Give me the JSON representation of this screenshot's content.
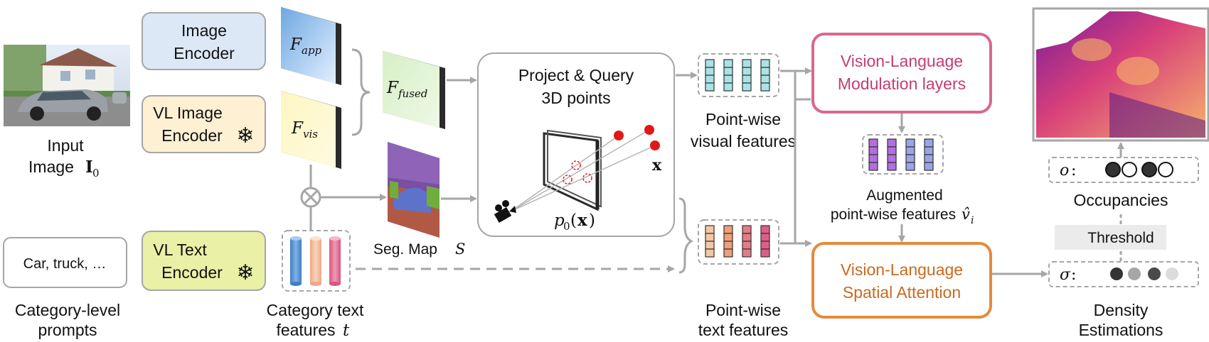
{
  "input": {
    "image_label_1": "Input",
    "image_label_2": "Image",
    "image_symbol": "I",
    "image_symbol_sub": "0",
    "prompts_text": "Car, truck,  …",
    "prompts_label_1": "Category-level",
    "prompts_label_2": "prompts"
  },
  "encoders": {
    "image_1": "Image",
    "image_2": "Encoder",
    "vl_image_1": "VL Image",
    "vl_image_2": "Encoder",
    "vl_text_1": "VL Text",
    "vl_text_2": "Encoder",
    "frozen_glyph": "❄"
  },
  "features": {
    "f": "F",
    "app": "app",
    "vis": "vis",
    "fused": "fused",
    "text_label_1": "Category text",
    "text_label_2": "features",
    "text_symbol": "t"
  },
  "seg": {
    "label": "Seg. Map",
    "symbol": "S"
  },
  "project": {
    "title_1": "Project & Query",
    "title_2": "3D points",
    "point": "x",
    "proj_p": "p",
    "proj_sub": "0",
    "proj_open": "(",
    "proj_x": "x",
    "proj_close": ")"
  },
  "pointwise": {
    "visual_1": "Point-wise",
    "visual_2": "visual features",
    "text_1": "Point-wise",
    "text_2": "text features",
    "aug_1": "Augmented",
    "aug_2": "point-wise features",
    "aug_symbol": "v̂",
    "aug_sub": "i"
  },
  "modules": {
    "mod_1": "Vision-Language",
    "mod_2": "Modulation layers",
    "attn_1": "Vision-Language",
    "attn_2": "Spatial Attention"
  },
  "outputs": {
    "occ_symbol": "o",
    "occ_label": "Occupancies",
    "threshold": "Threshold",
    "density_symbol": "σ",
    "density_label_1": "Density",
    "density_label_2": "Estimations",
    "colon": ":"
  },
  "colors": {
    "image_encoder": "#dce8f5",
    "vl_image_encoder": "#fdf0d3",
    "vl_text_encoder": "#eaf0a6",
    "modulation": "#d9678f",
    "attention": "#e58a3b",
    "arrow": "#a6a6a6"
  }
}
